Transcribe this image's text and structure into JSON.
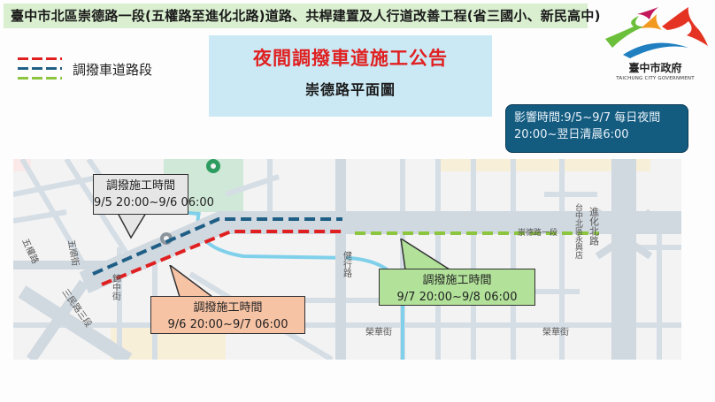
{
  "header": {
    "project_title": "臺中市北區崇德路一段(五權路至進化北路)道路、共桿建置及人行道改善工程(省三國小、新民高中)",
    "banner_bg": "#d9efcf"
  },
  "logo": {
    "name_cn": "臺中市政府",
    "name_en": "TAICHUNG CITY GOVERNMENT",
    "icon": "taichung-city-logo-icon"
  },
  "legend": {
    "label": "調撥車道路段",
    "colors": [
      "#e02020",
      "#1f5f86",
      "#8cc63f"
    ]
  },
  "notice": {
    "title": "夜間調撥車道施工公告",
    "subtitle": "崇德路平面圖",
    "title_color": "#e02020",
    "bg": "#cbe9f5"
  },
  "impact": {
    "line1": "影響時間:9/5~9/7 每日夜間",
    "line2": "20:00~翌日清晨6:00",
    "bg": "#145b80"
  },
  "map": {
    "street_labels": [
      "五權路",
      "五順街",
      "三民路三段",
      "錦中街",
      "崇德路一段",
      "健行路",
      "進化北路",
      "榮華街",
      "榮華街",
      "台中北區永興店"
    ],
    "segments": [
      {
        "color": "blue",
        "hex": "#1f5f86",
        "name": "segment-9-5"
      },
      {
        "color": "red",
        "hex": "#e02020",
        "name": "segment-9-6"
      },
      {
        "color": "green",
        "hex": "#8cc63f",
        "name": "segment-9-7"
      }
    ],
    "callouts": [
      {
        "heading": "調撥施工時間",
        "time": "9/5 20:00~9/6 06:00",
        "bg": "#e6e6e6"
      },
      {
        "heading": "調撥施工時間",
        "time": "9/6 20:00~9/7 06:00",
        "bg": "#f7c3a5"
      },
      {
        "heading": "調撥施工時間",
        "time": "9/7 20:00~9/8 06:00",
        "bg": "#b2e29a"
      }
    ]
  }
}
